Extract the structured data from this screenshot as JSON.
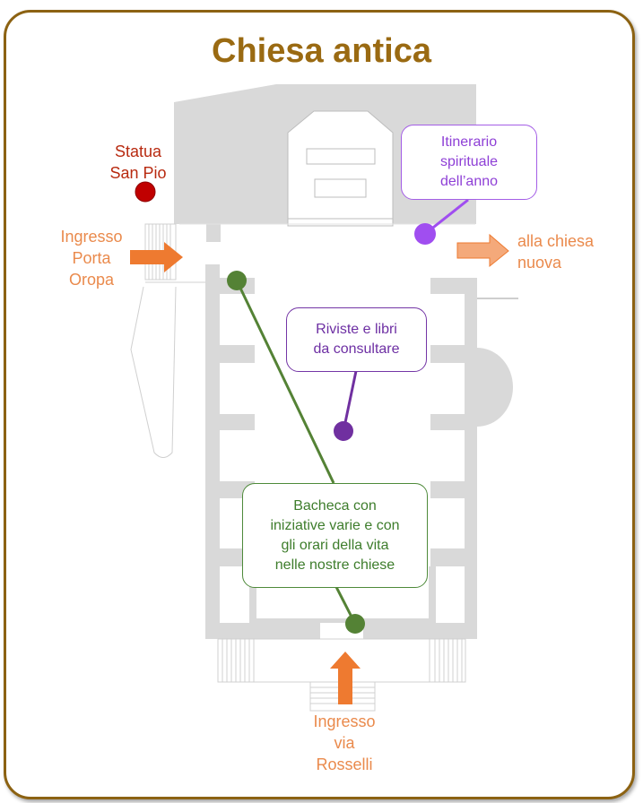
{
  "title": "Chiesa antica",
  "labels": {
    "statua": [
      "Statua",
      "San  Pio"
    ],
    "ingresso_oropa": [
      "Ingresso",
      "Porta",
      "Oropa"
    ],
    "alla_chiesa": [
      "alla chiesa",
      "nuova"
    ],
    "ingresso_rosselli": [
      "Ingresso",
      "via",
      "Rosselli"
    ]
  },
  "callouts": {
    "itinerario": [
      "Itinerario",
      "spirituale",
      "dell’anno"
    ],
    "riviste": [
      "Riviste e libri",
      "da consultare"
    ],
    "bacheca": [
      "Bacheca con",
      "iniziative varie e con",
      "gli orari della vita",
      "nelle nostre chiese"
    ]
  },
  "colors": {
    "frame": "#8c6212",
    "title": "#9a6a12",
    "wall": "#d9d9d9",
    "arrow": "#ee7a30",
    "arrow_light": "#f4a97a",
    "statue_dot": "#c00000",
    "purple": "#a04ef0",
    "violet": "#7030a0",
    "green": "#548235"
  }
}
